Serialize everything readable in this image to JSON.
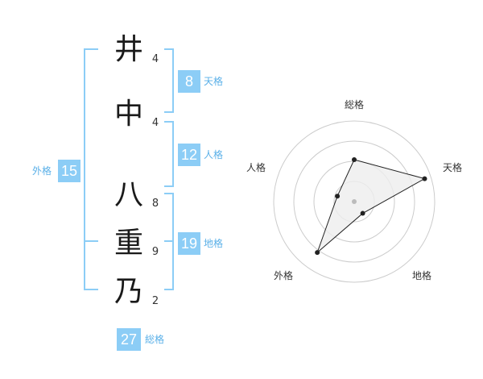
{
  "name": {
    "chars": [
      {
        "char": "井",
        "strokes": "4"
      },
      {
        "char": "中",
        "strokes": "4"
      },
      {
        "char": "八",
        "strokes": "8"
      },
      {
        "char": "重",
        "strokes": "9"
      },
      {
        "char": "乃",
        "strokes": "2"
      }
    ]
  },
  "fortune": {
    "tenkaku": {
      "value": "8",
      "label": "天格"
    },
    "jinkaku": {
      "value": "12",
      "label": "人格"
    },
    "chikaku": {
      "value": "19",
      "label": "地格"
    },
    "gaikaku": {
      "value": "15",
      "label": "外格"
    },
    "soukaku": {
      "value": "27",
      "label": "総格"
    }
  },
  "radar": {
    "axes": [
      "総格",
      "天格",
      "地格",
      "外格",
      "人格"
    ],
    "values": [
      0.52,
      0.92,
      0.18,
      0.78,
      0.22
    ],
    "colors": {
      "grid": "#cccccc",
      "fill": "#eeeeee",
      "line": "#222222",
      "center": "#bbbbbb"
    }
  },
  "colors": {
    "accent": "#8ccdf6",
    "accent_text": "#5ab0e8"
  }
}
